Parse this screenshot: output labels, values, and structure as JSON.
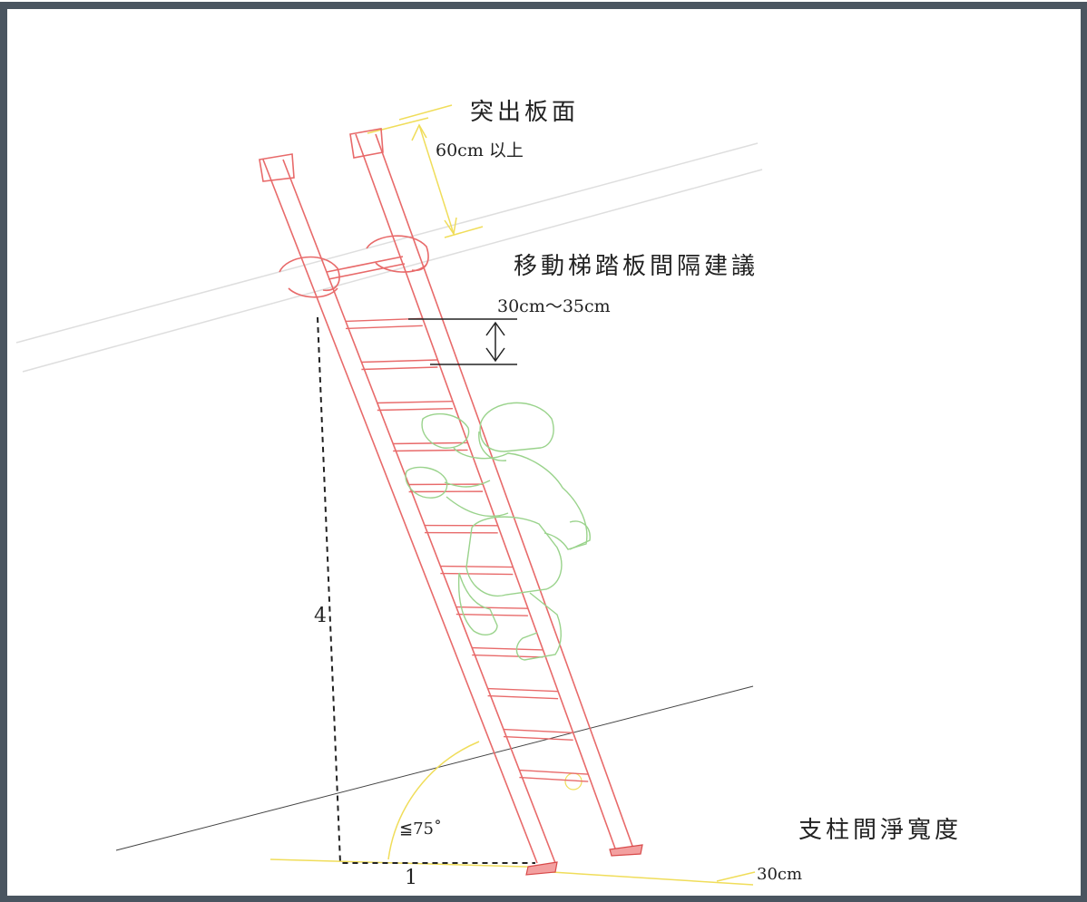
{
  "labels": {
    "protrude_title": "突出板面",
    "protrude_value": "60cm 以上",
    "rung_spacing_title": "移動梯踏板間隔建議",
    "rung_spacing_value": "30cm～35cm",
    "rail_width_title": "支柱間淨寬度",
    "rail_width_value": "30cm",
    "angle": "≦75˚",
    "ratio_vertical": "4",
    "ratio_horizontal": "1"
  },
  "colors": {
    "ladder": "#e86a6a",
    "worker": "#9ad38c",
    "dimension_lines": "#f0dd5a",
    "frame": "#4a5560",
    "wall": "#dedede"
  }
}
